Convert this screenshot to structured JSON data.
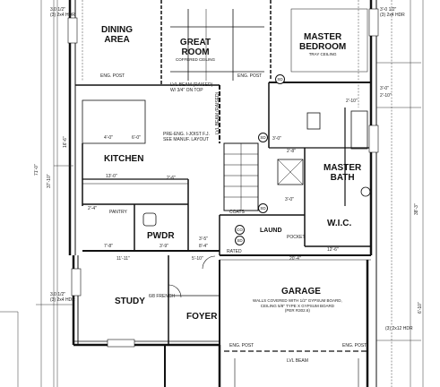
{
  "rooms": {
    "dining": {
      "line1": "DINING",
      "line2": "AREA"
    },
    "great_room": {
      "line1": "GREAT",
      "line2": "ROOM",
      "note": "COFFERED CEILING"
    },
    "master_bedroom": {
      "line1": "MASTER",
      "line2": "BEDROOM",
      "note": "TRAY CEILING"
    },
    "kitchen": {
      "label": "KITCHEN"
    },
    "master_bath": {
      "line1": "MASTER",
      "line2": "BATH"
    },
    "pwdr": {
      "label": "PWDR"
    },
    "pantry": {
      "label": "PANTRY"
    },
    "laund": {
      "label": "LAUND"
    },
    "wic": {
      "label": "W.I.C."
    },
    "study": {
      "label": "STUDY"
    },
    "foyer": {
      "label": "FOYER"
    },
    "garage": {
      "label": "GARAGE",
      "note1": "WALLS COVERED WITH 1/2\" GYPSUM BOARD,",
      "note2": "CEILING 5/8\" TYPE X GYPSUM BOARD",
      "note3": "(PER R302.6)"
    }
  },
  "notes": {
    "eng_post": "ENG. POST",
    "lvl_beam_main": "LVL BEAM (RAISED)",
    "lvl_beam_main2": "W/ 3/4\" ON TOP",
    "pre_eng_joist": "PRE-ENG. I-JOIST F.J.",
    "sub_manuf": "SEE MANUF. LAYOUT",
    "lvl_beam_lower": "LVL BEAM",
    "coats": "COATS",
    "pocket": "POCKET",
    "rated": "RATED",
    "french": "6/8 FRENCH",
    "raise_beam_vert": "LVL BEAM (RAISED)"
  },
  "dims": {
    "d_13_0": "13'-0\"",
    "d_11_11": "11'-11\"",
    "d_5_10": "5'-10\"",
    "d_20_4": "20'-4\"",
    "d_12_6": "12'-6\"",
    "d_7_8": "7'-8\"",
    "d_3_9": "3'-9\"",
    "d_2_4": "2'-4\"",
    "d_2_6": "2'-6\"",
    "d_4_0": "4'-0\"",
    "d_6_0": "6'-0\"",
    "d_3_5": "3'-5\"",
    "d_8_4": "8'-4\"",
    "d_3_0": "3'-0\"",
    "d_2_8": "2'-8\"",
    "d_16_6": "16'-6\"",
    "d_71_0": "71'-0\"",
    "d_37_10": "37'-10\"",
    "d_38_3": "38'-3\"",
    "d_2_10": "2'-10\"",
    "d_3_0_5": "3'-0 1/2\"",
    "d_3_0_dh": "3.0 1/2\"",
    "d_3_20x4": "(3) 2x4 HDR",
    "d_3_0_e": "3'-0\"",
    "d_2_10_e": "2'-10\"",
    "d_3_12": "(3) 2x12 HDR",
    "d_3_0f": "3'-0\"",
    "d_6_10": "6'-10\""
  },
  "tags": {
    "t1": "SD",
    "t2": "SD",
    "t3": "CO",
    "t4": "SD",
    "t5": "SD"
  }
}
